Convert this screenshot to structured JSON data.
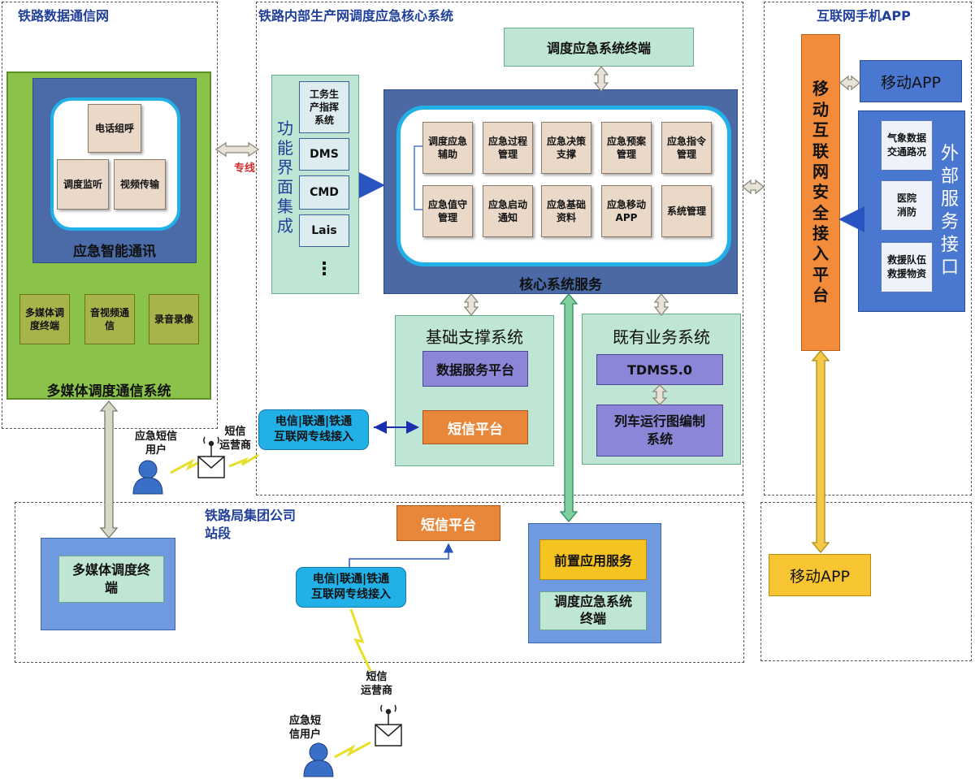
{
  "regions": {
    "railway_data_net": "铁路数据通信网",
    "core_system": "铁路内部生产网调度应急核心系统",
    "internet_app": "互联网手机APP",
    "bureau": "铁路局集团公司\n站段"
  },
  "multimedia": {
    "title": "多媒体调度通信系统",
    "smart_title": "应急智能通讯",
    "inner": [
      "电话组呼",
      "调度监听",
      "视频传输"
    ],
    "sub": [
      "多媒体调\n度终端",
      "音视频通\n信",
      "录音录像"
    ]
  },
  "dedicated_line": "专线",
  "integration": {
    "label": "功\n能\n界\n面\n集\n成",
    "items": [
      "工务生\n产指挥\n系统",
      "DMS",
      "CMD",
      "Lais",
      "⋮"
    ]
  },
  "terminal_top": "调度应急系统终端",
  "core": {
    "title": "核心系统服务",
    "modules": [
      "调度应急\n辅助",
      "应急过程\n管理",
      "应急决策\n支撑",
      "应急预案\n管理",
      "应急指令\n管理",
      "应急值守\n管理",
      "应急启动\n通知",
      "应急基础\n资料",
      "应急移动\nAPP",
      "系统管理"
    ]
  },
  "base_support": {
    "title": "基础支撑系统",
    "data_platform": "数据服务平台",
    "sms_platform": "短信平台"
  },
  "existing": {
    "title": "既有业务系统",
    "tdms": "TDMS5.0",
    "train_graph": "列车运行图编制\n系统"
  },
  "carrier_access": "电信|联通|铁通\n互联网专线接入",
  "sms_user": "应急短信\n用户",
  "sms_operator": "短信\n运营商",
  "sms_user2": "应急短\n信用户",
  "mobile_security": "移\n动\n互\n联\n网\n安\n全\n接\n入\n平\n台",
  "mobile_app_top": "移动APP",
  "external": {
    "title": "外\n部\n服\n务\n接\n口",
    "items": [
      "气象数据\n交通路况",
      "医院\n消防",
      "救援队伍\n救援物资"
    ]
  },
  "bureau": {
    "mm_terminal": "多媒体调度终\n端",
    "sms_platform": "短信平台",
    "front_service": "前置应用服务",
    "terminal": "调度应急系统\n终端"
  },
  "mobile_app_bottom": "移动APP",
  "colors": {
    "green_panel": "#8bc34a",
    "navy": "#4a6aa8",
    "core_blue": "#4b6aa5",
    "teal": "#bfe6d4",
    "purple": "#8b86d8",
    "orange": "#e8873a",
    "yellow": "#f7c531",
    "cyan": "#21b1e8"
  }
}
